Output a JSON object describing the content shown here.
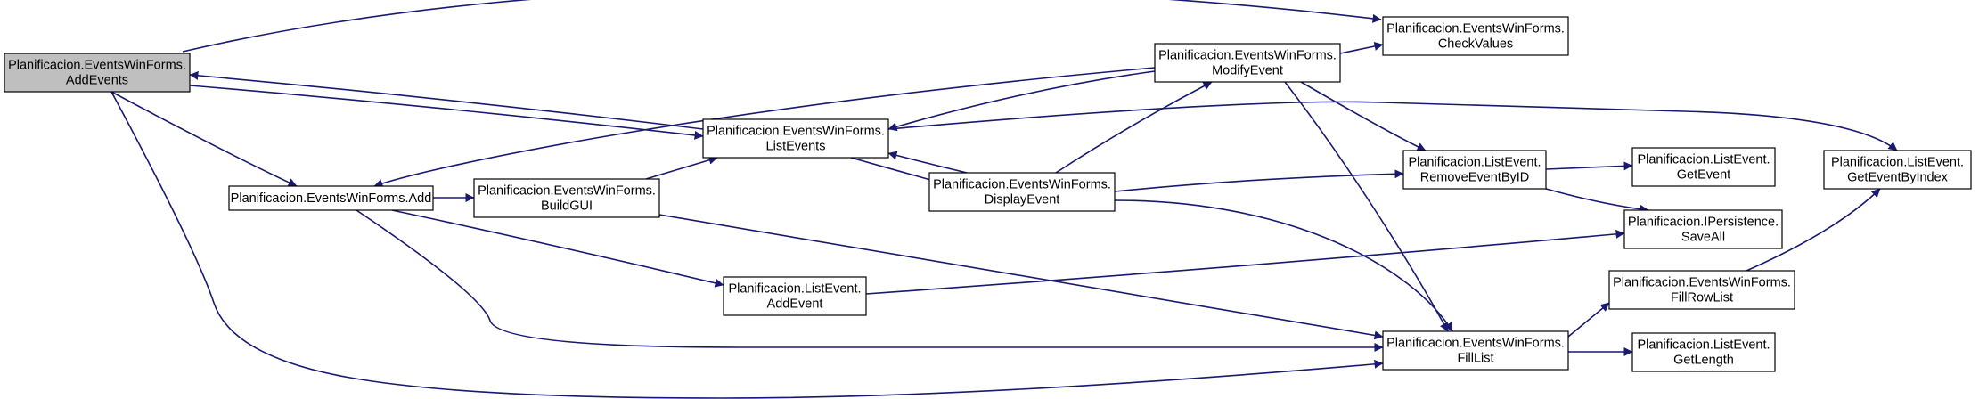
{
  "colors": {
    "edge": "#191970",
    "node_fill": "#ffffff",
    "highlight_fill": "#bfbfbf",
    "border": "#000000"
  },
  "nodes": [
    {
      "id": "add_events",
      "lines": [
        "Planificacion.EventsWinForms.",
        "AddEvents"
      ],
      "highlight": true
    },
    {
      "id": "add",
      "lines": [
        "Planificacion.EventsWinForms.Add"
      ]
    },
    {
      "id": "build_gui",
      "lines": [
        "Planificacion.EventsWinForms.",
        "BuildGUI"
      ]
    },
    {
      "id": "list_events",
      "lines": [
        "Planificacion.EventsWinForms.",
        "ListEvents"
      ]
    },
    {
      "id": "list_add_event",
      "lines": [
        "Planificacion.ListEvent.",
        "AddEvent"
      ]
    },
    {
      "id": "display_event",
      "lines": [
        "Planificacion.EventsWinForms.",
        "DisplayEvent"
      ]
    },
    {
      "id": "modify_event",
      "lines": [
        "Planificacion.EventsWinForms.",
        "ModifyEvent"
      ]
    },
    {
      "id": "check_values",
      "lines": [
        "Planificacion.EventsWinForms.",
        "CheckValues"
      ]
    },
    {
      "id": "remove_event_by_id",
      "lines": [
        "Planificacion.ListEvent.",
        "RemoveEventByID"
      ]
    },
    {
      "id": "fill_list",
      "lines": [
        "Planificacion.EventsWinForms.",
        "FillList"
      ]
    },
    {
      "id": "get_event",
      "lines": [
        "Planificacion.ListEvent.",
        "GetEvent"
      ]
    },
    {
      "id": "save_all",
      "lines": [
        "Planificacion.IPersistence.",
        "SaveAll"
      ]
    },
    {
      "id": "fill_row_list",
      "lines": [
        "Planificacion.EventsWinForms.",
        "FillRowList"
      ]
    },
    {
      "id": "get_length",
      "lines": [
        "Planificacion.ListEvent.",
        "GetLength"
      ]
    },
    {
      "id": "get_event_by_index",
      "lines": [
        "Planificacion.ListEvent.",
        "GetEventByIndex"
      ]
    }
  ],
  "edges": [
    {
      "from": "add_events",
      "to": "check_values"
    },
    {
      "from": "add_events",
      "to": "add"
    },
    {
      "from": "add_events",
      "to": "list_events"
    },
    {
      "from": "add_events",
      "to": "fill_list"
    },
    {
      "from": "add",
      "to": "build_gui"
    },
    {
      "from": "add",
      "to": "list_add_event"
    },
    {
      "from": "add",
      "to": "fill_list"
    },
    {
      "from": "build_gui",
      "to": "list_events"
    },
    {
      "from": "build_gui",
      "to": "fill_list"
    },
    {
      "from": "list_events",
      "to": "add_events"
    },
    {
      "from": "list_events",
      "to": "display_event"
    },
    {
      "from": "list_events",
      "to": "get_event_by_index"
    },
    {
      "from": "list_add_event",
      "to": "save_all"
    },
    {
      "from": "display_event",
      "to": "list_events"
    },
    {
      "from": "display_event",
      "to": "modify_event"
    },
    {
      "from": "display_event",
      "to": "remove_event_by_id"
    },
    {
      "from": "display_event",
      "to": "fill_list"
    },
    {
      "from": "modify_event",
      "to": "add"
    },
    {
      "from": "modify_event",
      "to": "list_events"
    },
    {
      "from": "modify_event",
      "to": "check_values"
    },
    {
      "from": "modify_event",
      "to": "remove_event_by_id"
    },
    {
      "from": "modify_event",
      "to": "fill_list"
    },
    {
      "from": "remove_event_by_id",
      "to": "get_event"
    },
    {
      "from": "remove_event_by_id",
      "to": "save_all"
    },
    {
      "from": "fill_list",
      "to": "fill_row_list"
    },
    {
      "from": "fill_list",
      "to": "get_length"
    },
    {
      "from": "fill_row_list",
      "to": "get_event_by_index"
    }
  ]
}
